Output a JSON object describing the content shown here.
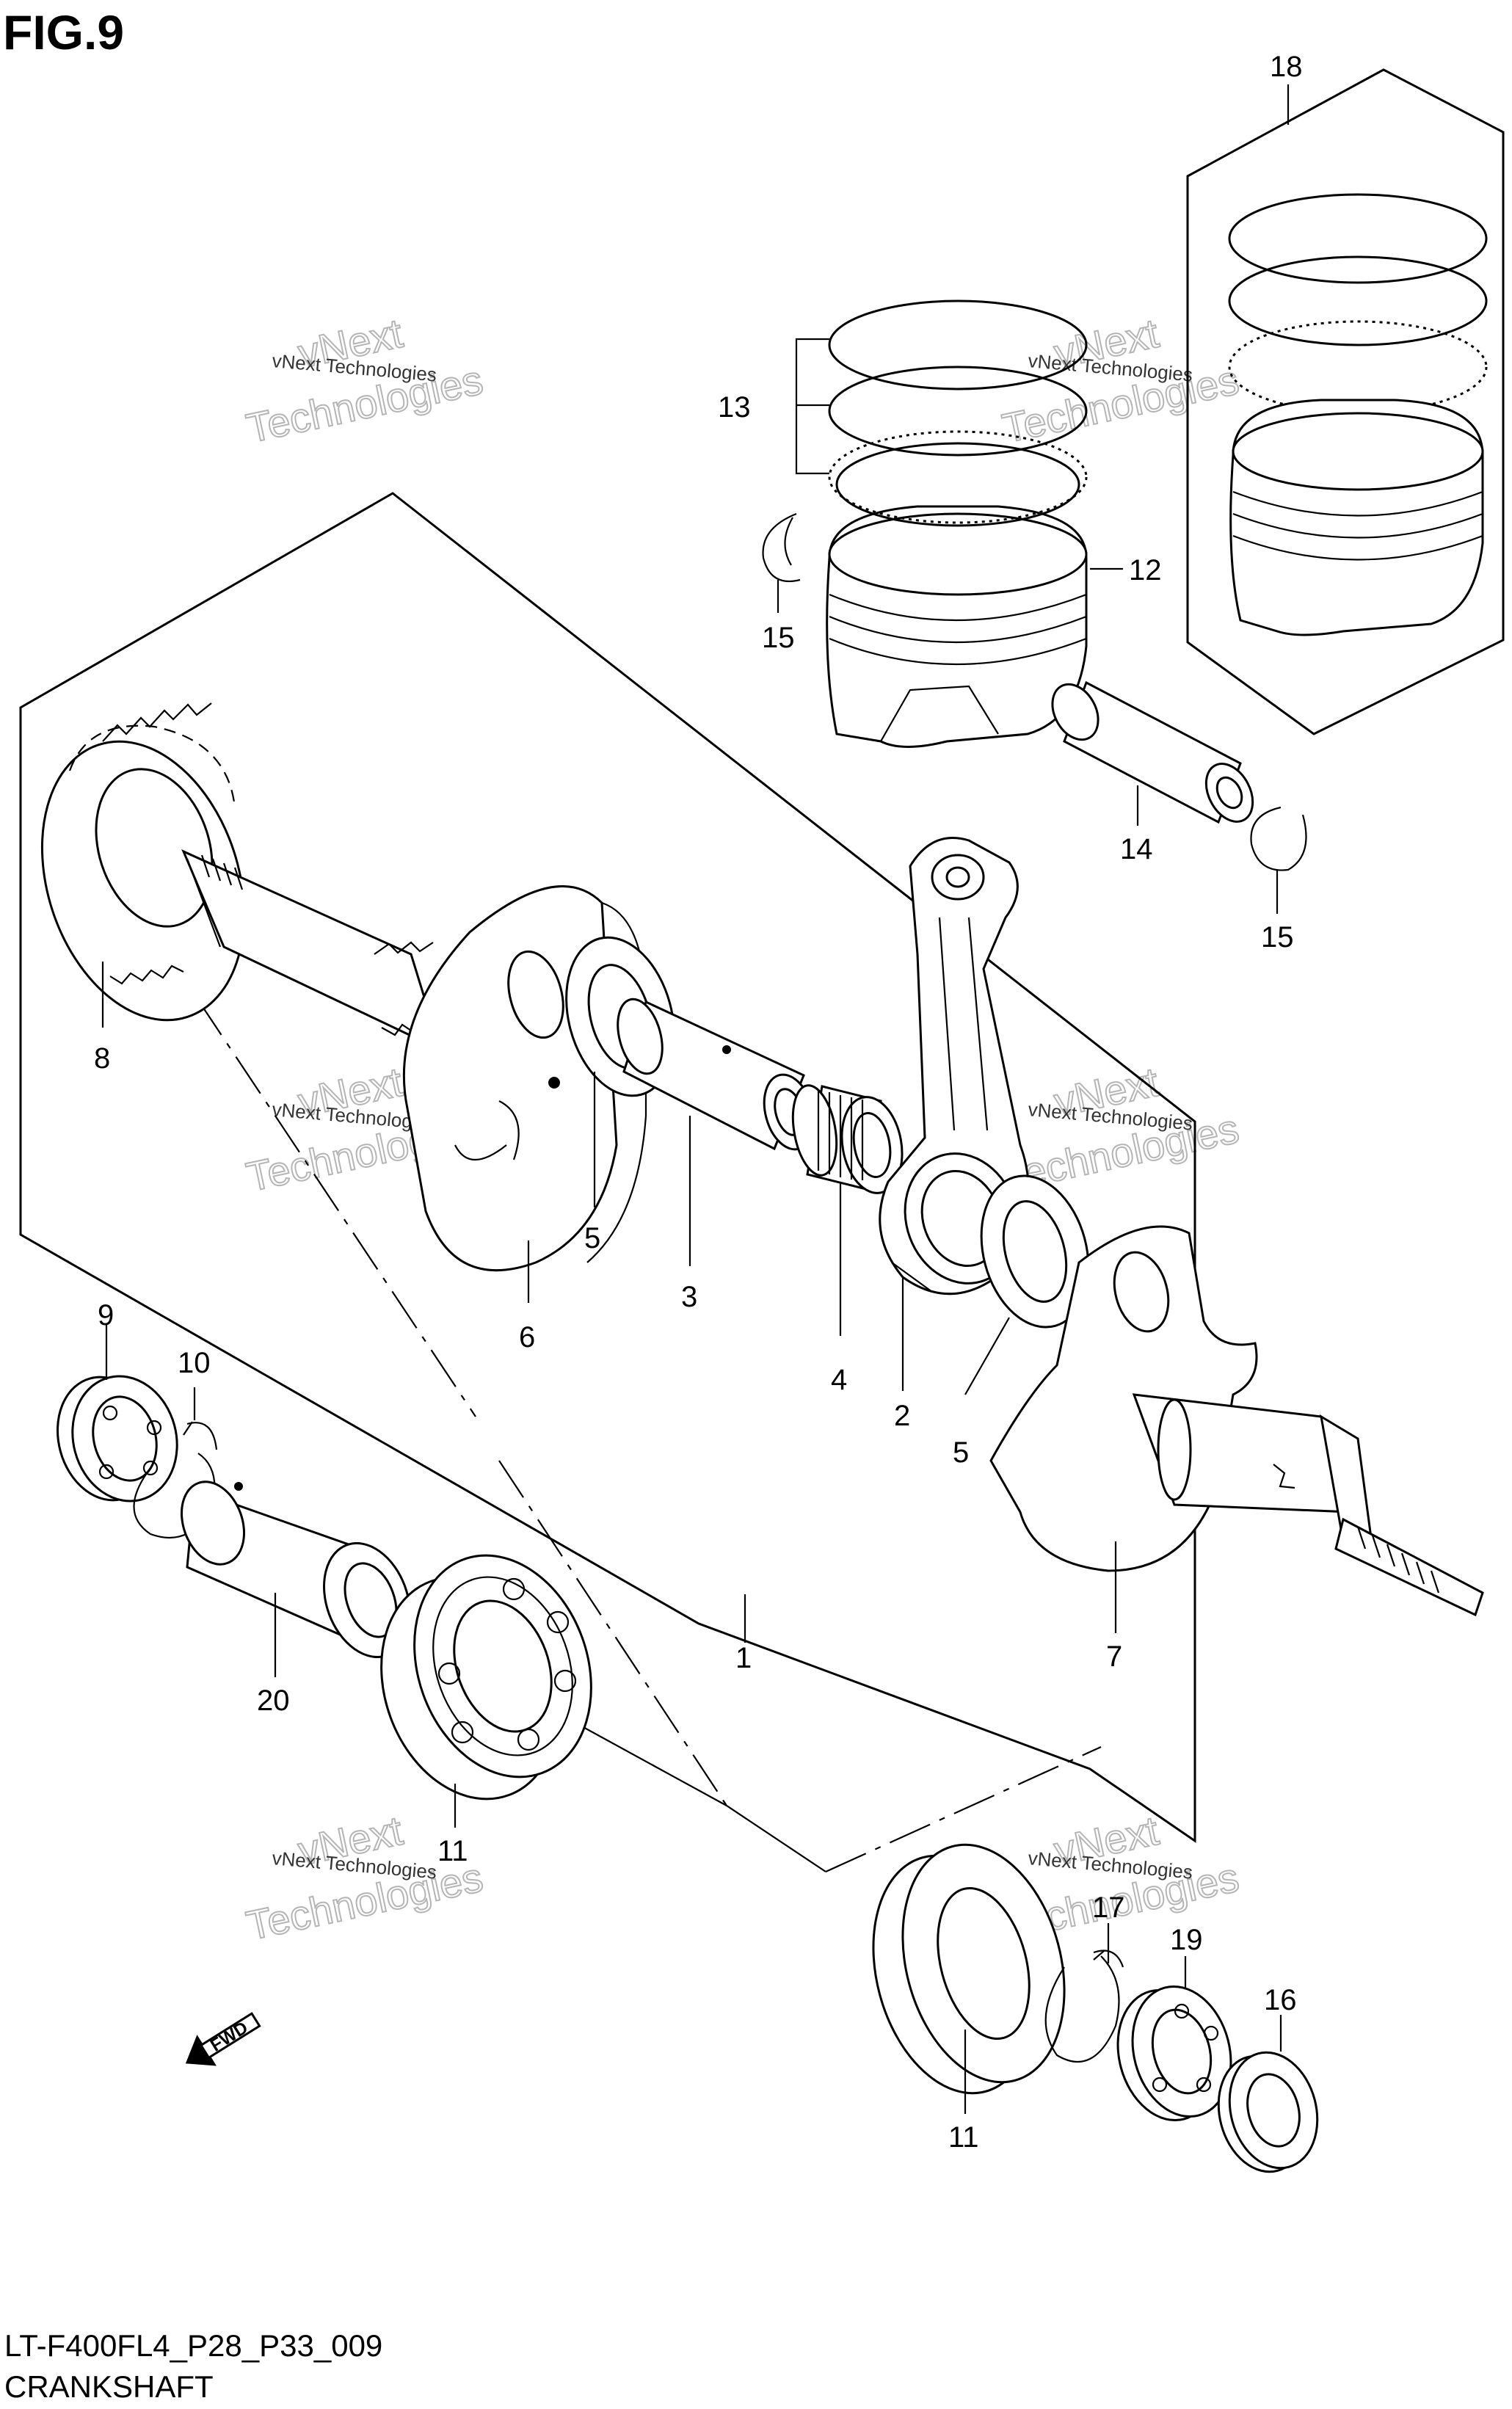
{
  "figure": {
    "title": "FIG.9",
    "code": "LT-F400FL4_P28_P33_009",
    "name": "CRANKSHAFT"
  },
  "watermark": {
    "line1": "vNext Technologies",
    "big_top": "vNext",
    "big_bottom": "Technologies"
  },
  "direction_arrow": "FWD",
  "callouts": [
    {
      "id": "c1",
      "label": "1"
    },
    {
      "id": "c2",
      "label": "2"
    },
    {
      "id": "c3",
      "label": "3"
    },
    {
      "id": "c4",
      "label": "4"
    },
    {
      "id": "c5a",
      "label": "5"
    },
    {
      "id": "c5b",
      "label": "5"
    },
    {
      "id": "c6",
      "label": "6"
    },
    {
      "id": "c7",
      "label": "7"
    },
    {
      "id": "c8",
      "label": "8"
    },
    {
      "id": "c9",
      "label": "9"
    },
    {
      "id": "c10",
      "label": "10"
    },
    {
      "id": "c11a",
      "label": "11"
    },
    {
      "id": "c11b",
      "label": "11"
    },
    {
      "id": "c12",
      "label": "12"
    },
    {
      "id": "c13",
      "label": "13"
    },
    {
      "id": "c14",
      "label": "14"
    },
    {
      "id": "c15a",
      "label": "15"
    },
    {
      "id": "c15b",
      "label": "15"
    },
    {
      "id": "c16",
      "label": "16"
    },
    {
      "id": "c17",
      "label": "17"
    },
    {
      "id": "c18",
      "label": "18"
    },
    {
      "id": "c19",
      "label": "19"
    },
    {
      "id": "c20",
      "label": "20"
    }
  ]
}
